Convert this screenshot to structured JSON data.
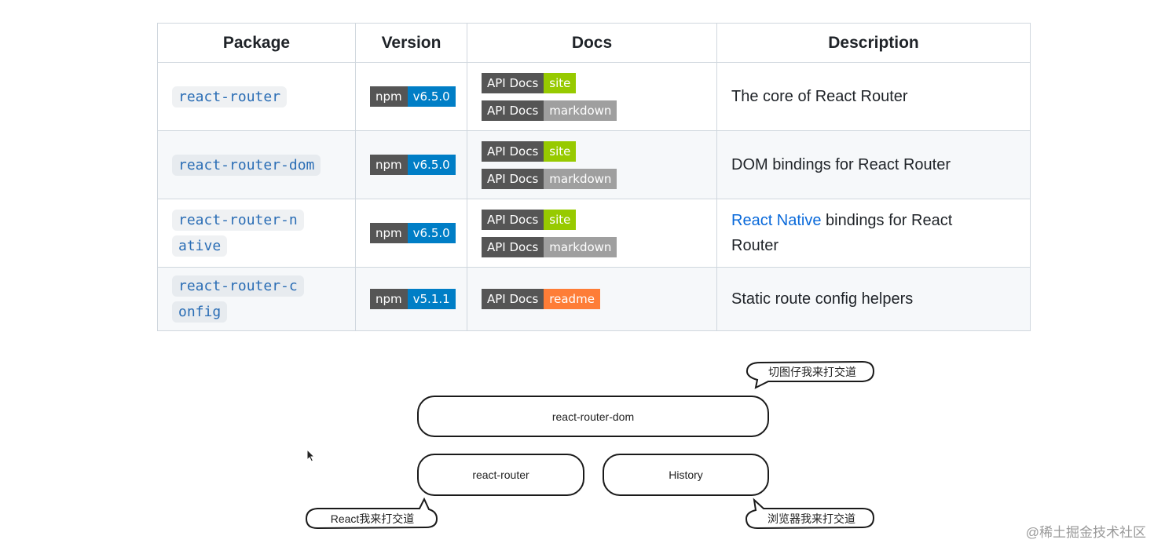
{
  "table": {
    "headers": [
      "Package",
      "Version",
      "Docs",
      "Description"
    ],
    "rows": [
      {
        "package": "react-router",
        "version": {
          "label": "npm",
          "value": "v6.5.0"
        },
        "docs": [
          {
            "label": "API Docs",
            "value": "site"
          },
          {
            "label": "API Docs",
            "value": "markdown"
          }
        ],
        "description": "The core of React Router"
      },
      {
        "package": "react-router-dom",
        "version": {
          "label": "npm",
          "value": "v6.5.0"
        },
        "docs": [
          {
            "label": "API Docs",
            "value": "site"
          },
          {
            "label": "API Docs",
            "value": "markdown"
          }
        ],
        "description": "DOM bindings for React Router"
      },
      {
        "package": "react-router-native",
        "version": {
          "label": "npm",
          "value": "v6.5.0"
        },
        "docs": [
          {
            "label": "API Docs",
            "value": "site"
          },
          {
            "label": "API Docs",
            "value": "markdown"
          }
        ],
        "description_link": "React Native",
        "description_rest": " bindings for React Router"
      },
      {
        "package": "react-router-config",
        "version": {
          "label": "npm",
          "value": "v5.1.1"
        },
        "docs": [
          {
            "label": "API Docs",
            "value": "readme"
          }
        ],
        "description": "Static route config helpers"
      }
    ]
  },
  "diagram": {
    "nodes": {
      "dom": "react-router-dom",
      "router": "react-router",
      "history": "History"
    },
    "bubbles": {
      "top": "切图仔我来打交道",
      "left": "React我来打交道",
      "right": "浏览器我来打交道"
    }
  },
  "watermark": "@稀土掘金技术社区",
  "colors": {
    "badge_label": "#555555",
    "badge_blue": "#007ec6",
    "badge_green": "#97ca00",
    "badge_gray": "#9f9f9f",
    "badge_orange": "#fe7d37",
    "link": "#0969da",
    "code": "#2a6db5"
  }
}
